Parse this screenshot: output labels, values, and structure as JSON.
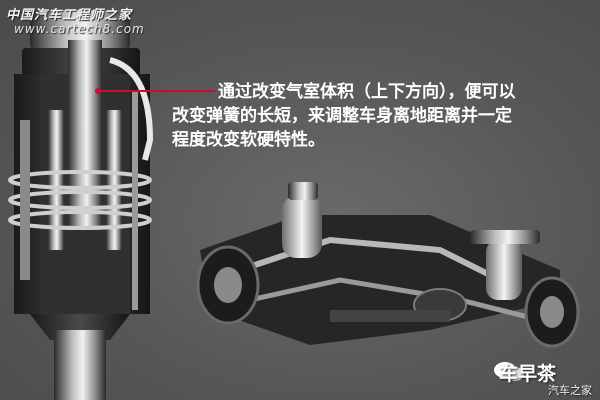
{
  "watermark": {
    "site_name": "中国汽车工程师之家",
    "url": "www.cartech8.com"
  },
  "annotation": {
    "line1": "通过改变气室体积（上下方向），便可以",
    "line2": "改变弹簧的长短，来调整车身离地距离并一定",
    "line3": "程度改变软硬特性。",
    "pointer_color": "#c8102e"
  },
  "brand": {
    "name": "车早茶",
    "sub": "汽车之家",
    "icon": "wechat-bubble-icon"
  },
  "illustration": {
    "left_subject": "air-suspension-strut-cutaway",
    "right_subject": "rear-axle-air-suspension-assembly"
  }
}
